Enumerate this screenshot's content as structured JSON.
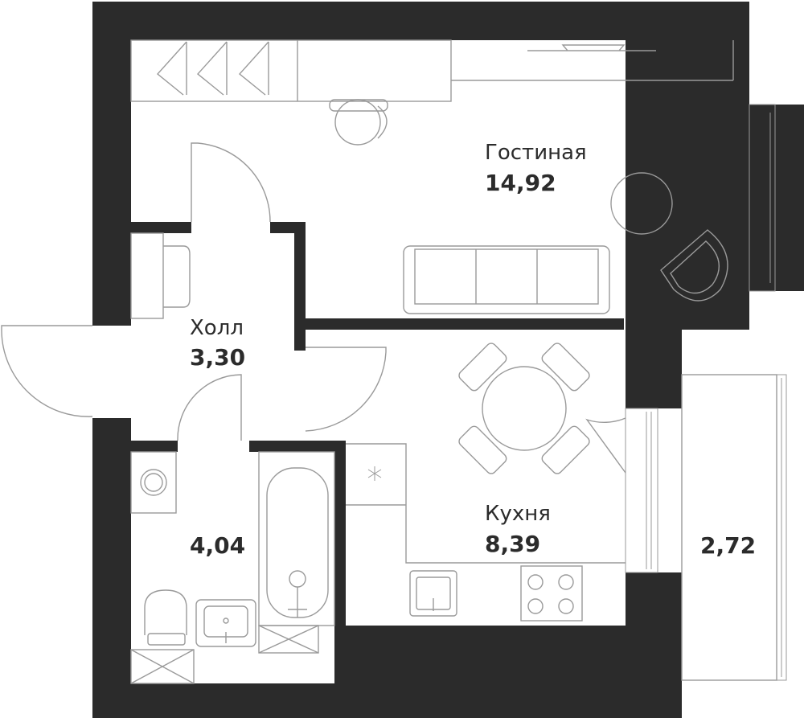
{
  "plan": {
    "colors": {
      "wall": "#2b2b2b",
      "furniture_stroke": "#9a9a9a",
      "text": "#2b2b2b",
      "background": "#ffffff"
    },
    "rooms": [
      {
        "id": "living",
        "name": "Гостиная",
        "area": "14,92"
      },
      {
        "id": "hall",
        "name": "Холл",
        "area": "3,30"
      },
      {
        "id": "bath",
        "name": "",
        "area": "4,04"
      },
      {
        "id": "kitchen",
        "name": "Кухня",
        "area": "8,39"
      },
      {
        "id": "balcony",
        "name": "",
        "area": "2,72"
      }
    ],
    "icons": [
      "hanger-icon",
      "chair-icon",
      "sofa-icon",
      "round-table-icon",
      "armchair-icon",
      "toilet-icon",
      "sink-icon",
      "bathtub-icon",
      "stove-icon",
      "washing-machine-icon",
      "window-icon",
      "door-icon",
      "snowflake-icon"
    ]
  }
}
